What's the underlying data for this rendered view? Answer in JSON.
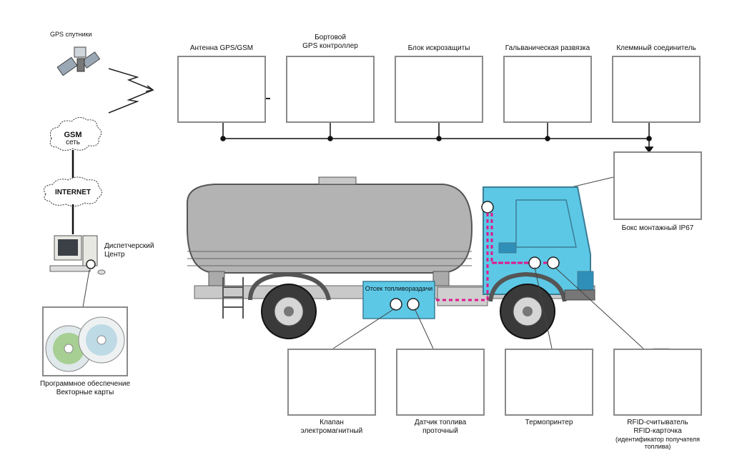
{
  "gps_satellites": "GPS спутники",
  "cloud_gsm_line1": "GSM",
  "cloud_gsm_line2": "сеть",
  "cloud_internet": "INTERNET",
  "dispatcher_line1": "Диспетчерский",
  "dispatcher_line2": "Центр",
  "software_line1": "Программное обеспечение",
  "software_line2": "Векторные карты",
  "top_devices": [
    {
      "label_line1": "Антенна GPS/GSM",
      "label_line2": ""
    },
    {
      "label_line1": "Бортовой",
      "label_line2": "GPS контроллер"
    },
    {
      "label_line1": "Блок искрозащиты",
      "label_line2": ""
    },
    {
      "label_line1": "Гальваническая развязка",
      "label_line2": ""
    },
    {
      "label_line1": "Клеммный соединитель",
      "label_line2": ""
    }
  ],
  "mount_box": "Бокс монтажный IP67",
  "fuel_compartment": "Отсек топливораздачи",
  "bottom_devices": [
    {
      "label_line1": "Клапан",
      "label_line2": "электромагнитный",
      "label_line3": ""
    },
    {
      "label_line1": "Датчик топлива",
      "label_line2": "проточный",
      "label_line3": ""
    },
    {
      "label_line1": "Термопринтер",
      "label_line2": "",
      "label_line3": ""
    },
    {
      "label_line1": "RFID-считыватель",
      "label_line2": "RFID-карточка",
      "label_line3": "(идентификатор получателя",
      "label_line4": "топлива)"
    }
  ],
  "colors": {
    "cab": "#5cc8e6",
    "tank": "#b3b3b3",
    "dashed": "#e0188c",
    "frame": "#8a8a8a"
  }
}
